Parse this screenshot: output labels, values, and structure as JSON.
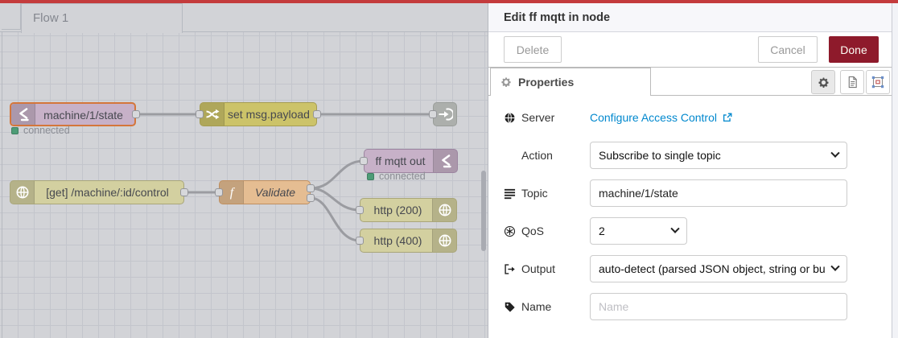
{
  "colors": {
    "topbar_red": "#c43b3c",
    "done_button": "#8e1a2b",
    "link_blue": "#0088ce",
    "status_green": "#4d9c77",
    "selected_node_border": "#d4763b",
    "mqtt_node": "#c7b1c8",
    "change_node": "#ccc369",
    "http_node": "#d3d0a0",
    "function_node": "#e5bd92"
  },
  "canvas": {
    "tab_label": "Flow 1",
    "function_icon_glyph": "f",
    "nodes": [
      {
        "label": "machine/1/state",
        "type": "mqtt in",
        "selected": true
      },
      {
        "label": "set msg.payload",
        "type": "change"
      },
      {
        "label": "",
        "type": "link out"
      },
      {
        "label": "[get] /machine/:id/control",
        "type": "http in"
      },
      {
        "label": "Validate",
        "type": "function"
      },
      {
        "label": "ff mqtt out",
        "type": "mqtt out"
      },
      {
        "label": "http (200)",
        "type": "http response"
      },
      {
        "label": "http (400)",
        "type": "http response"
      }
    ],
    "statuses": [
      {
        "text": "connected"
      },
      {
        "text": "connected"
      }
    ]
  },
  "panel": {
    "title": "Edit ff mqtt in node",
    "toolbar": {
      "delete_label": "Delete",
      "cancel_label": "Cancel",
      "done_label": "Done"
    },
    "tab": {
      "properties_label": "Properties"
    },
    "fields": {
      "server": {
        "label": "Server",
        "link_text": "Configure Access Control"
      },
      "action": {
        "label": "Action",
        "value": "Subscribe to single topic"
      },
      "topic": {
        "label": "Topic",
        "value": "machine/1/state"
      },
      "qos": {
        "label": "QoS",
        "value": "2"
      },
      "output": {
        "label": "Output",
        "value": "auto-detect (parsed JSON object, string or buffer)"
      },
      "name": {
        "label": "Name",
        "placeholder": "Name"
      }
    }
  }
}
